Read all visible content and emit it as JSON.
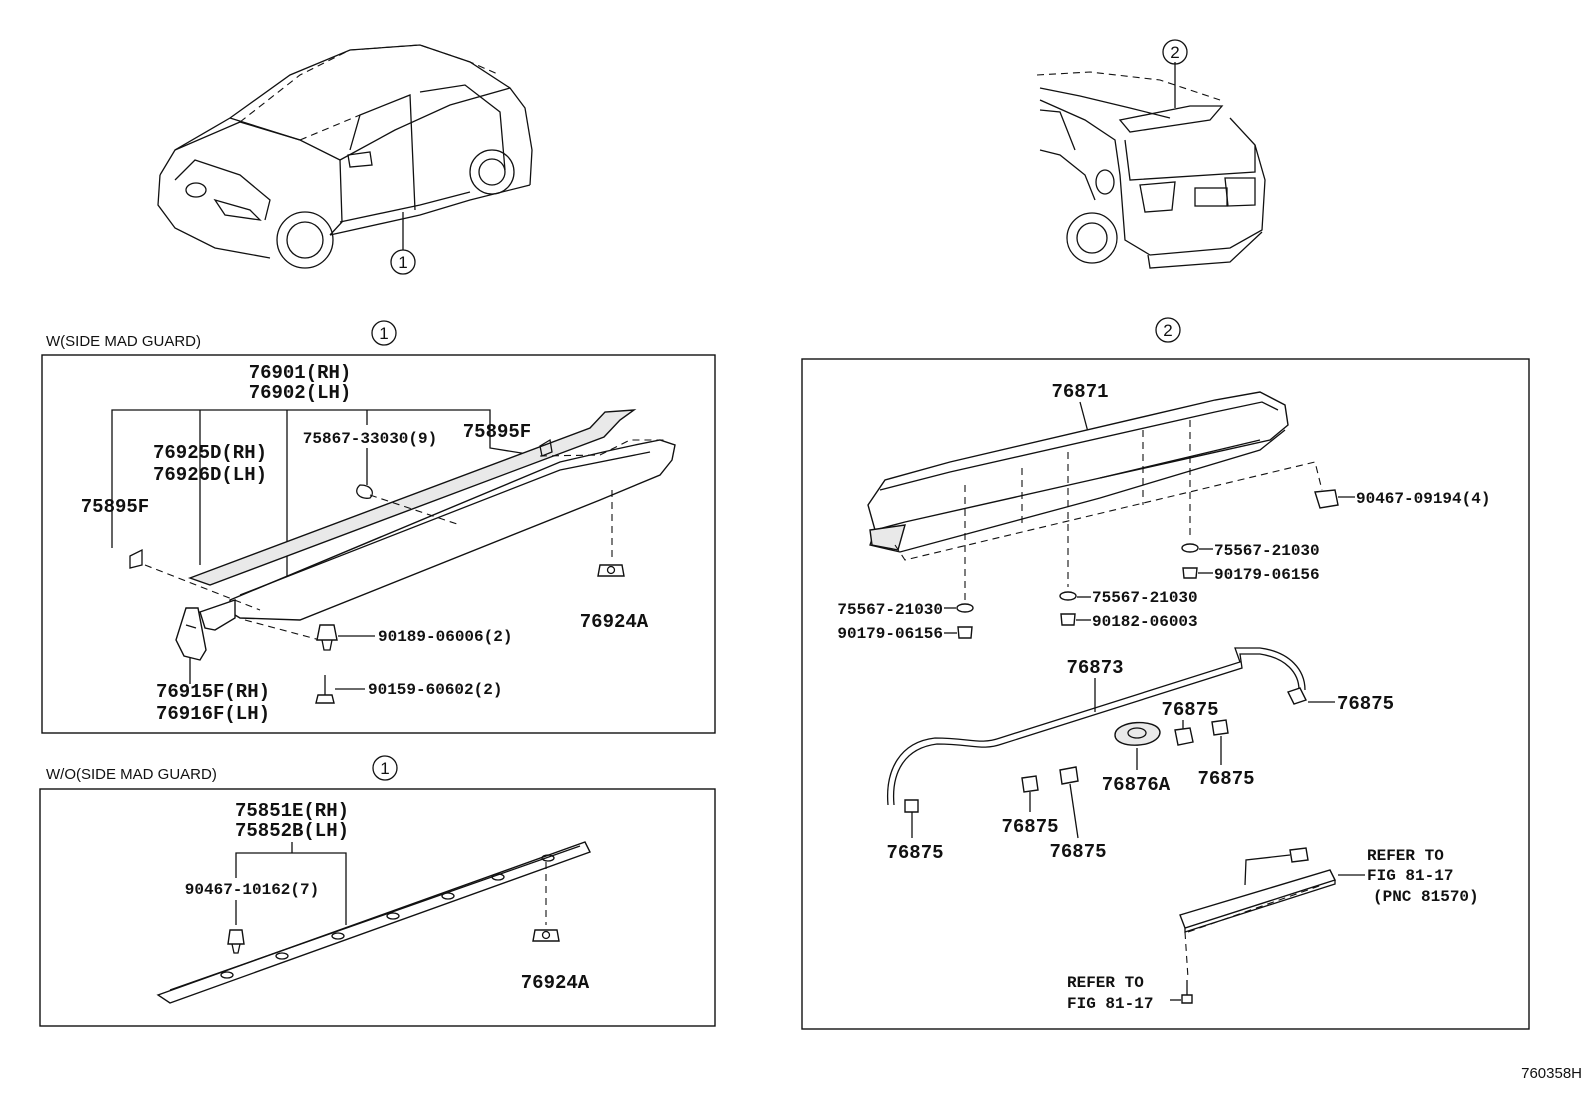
{
  "callouts": {
    "c1": "1",
    "c2": "2"
  },
  "sections": {
    "w_side": {
      "title": "W(SIDE MAD GUARD)",
      "callout": "1"
    },
    "wo_side": {
      "title": "W/O(SIDE MAD GUARD)",
      "callout": "1"
    },
    "spoiler": {
      "callout": "2"
    }
  },
  "labels_w": {
    "p76901": "76901(RH)",
    "p76902": "76902(LH)",
    "p76925": "76925D(RH)",
    "p76926": "76926D(LH)",
    "p75895a": "75895F",
    "p75895b": "75895F",
    "p75867": "75867-33030(9)",
    "p76924": "76924A",
    "p90189": "90189-06006(2)",
    "p90159": "90159-60602(2)",
    "p76915": "76915F(RH)",
    "p76916": "76916F(LH)"
  },
  "labels_wo": {
    "p75851": "75851E(RH)",
    "p75852": "75852B(LH)",
    "p90467": "90467-10162(7)",
    "p76924": "76924A"
  },
  "labels_sp": {
    "p76871": "76871",
    "p90467": "90467-09194(4)",
    "p75567a": "75567-21030",
    "p90179a": "90179-06156",
    "p75567b": "75567-21030",
    "p90182": "90182-06003",
    "p75567c": "75567-21030",
    "p90179b": "90179-06156",
    "p76873": "76873",
    "p76875a": "76875",
    "p76875b": "76875",
    "p76875c": "76875",
    "p76875d": "76875",
    "p76875e": "76875",
    "p76875f": "76875",
    "p76876": "76876A",
    "refer1_l1": "REFER TO",
    "refer1_l2": "FIG 81-17",
    "refer1_l3": "(PNC 81570)",
    "refer2_l1": "REFER TO",
    "refer2_l2": "FIG 81-17"
  },
  "figure_id": "760358H"
}
